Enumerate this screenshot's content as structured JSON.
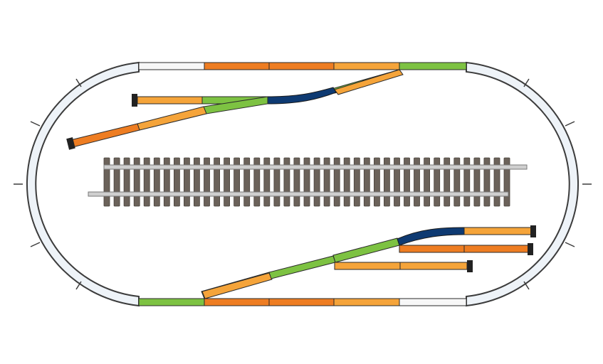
{
  "diagram": {
    "type": "model-railway-track-plan",
    "colors": {
      "straight_long": "#ee7d22",
      "straight_short": "#f5a43a",
      "switch": "#7dc242",
      "curve": "#eef3f8",
      "curve_outline": "#3c3c3c",
      "curved_switch": "#0e3a72",
      "buffer": "#222222",
      "tie": "#6b625a",
      "rail": "#cfcfcf"
    },
    "loop": {
      "top_segments": [
        "white",
        "orange",
        "orange",
        "light-orange",
        "green"
      ],
      "bottom_segments": [
        "green",
        "orange",
        "orange",
        "light-orange",
        "white"
      ],
      "curve_sections_per_end": 6
    },
    "sidings": {
      "top": [
        {
          "label": "",
          "color": "light-orange",
          "buffer": true
        },
        {
          "label": "",
          "color": "orange",
          "buffer": true
        }
      ],
      "bottom": [
        {
          "label": "",
          "color": "light-orange",
          "buffer": true
        },
        {
          "label": "",
          "color": "orange",
          "buffer": true
        },
        {
          "label": "",
          "color": "light-orange",
          "buffer": true
        }
      ]
    },
    "track_sample": {
      "label": "",
      "tie_count": 41
    }
  }
}
